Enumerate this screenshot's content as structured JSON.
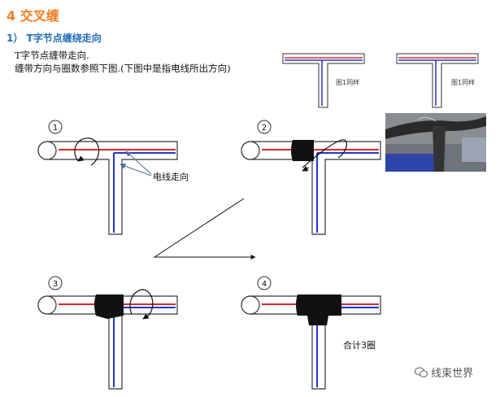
{
  "section": {
    "number": "4",
    "title": "交叉缠"
  },
  "subsection": {
    "number": "1）",
    "title": "T字节点缠绕走向"
  },
  "description": {
    "line1": "T字节点缠带走向.",
    "line2": "缠带方向与圈数参照下图.(下图中是指电线所出方向)"
  },
  "example_labels": [
    "图1同样",
    "图1同样"
  ],
  "steps": [
    "1",
    "2",
    "3",
    "4"
  ],
  "annotations": {
    "wire_direction": "电线走向",
    "total": "合计3圈"
  },
  "watermark": {
    "icon": "wechat-icon",
    "text": "线束世界"
  },
  "colors": {
    "title": "#f27b1d",
    "subtitle": "#1f6bb5",
    "red_wire": "#e0262a",
    "blue_wire": "#2436c9",
    "tape": "#111111"
  }
}
